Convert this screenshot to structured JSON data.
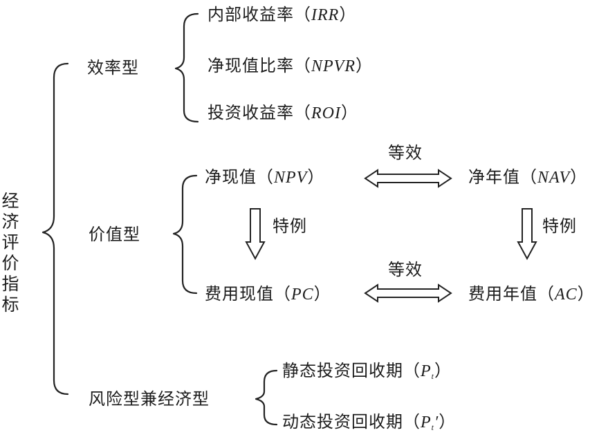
{
  "root": {
    "chars": [
      "经",
      "济",
      "评",
      "价",
      "指",
      "标"
    ]
  },
  "groups": {
    "efficiency": {
      "label": "效率型",
      "items": [
        {
          "name": "内部收益率",
          "abbr": "IRR"
        },
        {
          "name": "净现值比率",
          "abbr": "NPVR"
        },
        {
          "name": "投资收益率",
          "abbr": "ROI"
        }
      ]
    },
    "value": {
      "label": "价值型",
      "npv": {
        "name": "净现值",
        "abbr": "NPV"
      },
      "nav": {
        "name": "净年值",
        "abbr": "NAV"
      },
      "pc": {
        "name": "费用现值",
        "abbr": "PC"
      },
      "ac": {
        "name": "费用年值",
        "abbr": "AC"
      },
      "equivalent_label": "等效",
      "special_case_label": "特例"
    },
    "risk": {
      "label": "风险型兼经济型",
      "static": {
        "name": "静态投资回收期",
        "abbr": "P",
        "sub": "t",
        "prime": ""
      },
      "dynamic": {
        "name": "动态投资回收期",
        "abbr": "P",
        "sub": "t",
        "prime": "′"
      }
    }
  },
  "punct": {
    "open": "（",
    "close": "）"
  }
}
